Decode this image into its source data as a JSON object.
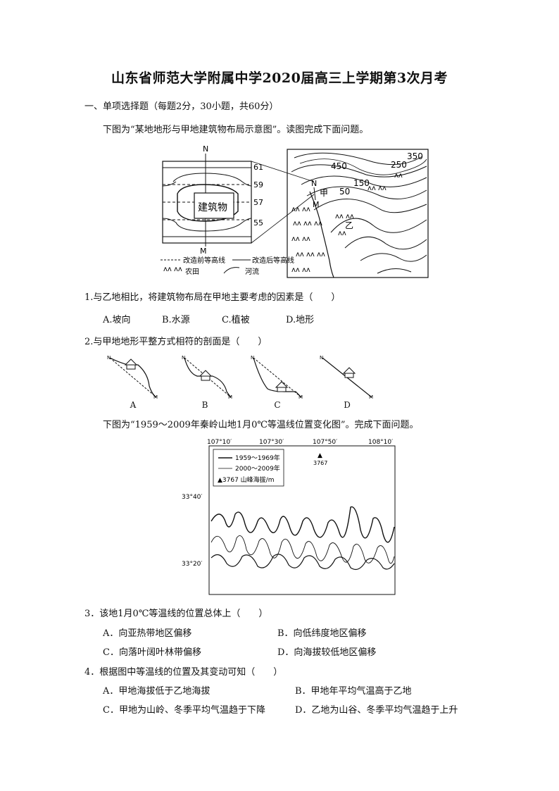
{
  "title": "山东省师范大学附属中学2020届高三上学期第3次月考",
  "section1": "一、单项选择题（每题2分，30小题，共60分）",
  "intro1": "下图为“某地地形与甲地建筑物布局示意图”。读图完成下面问题。",
  "fig1": {
    "left_panel": {
      "north": "N",
      "south": "M",
      "building": "建筑物",
      "contour_labels": [
        "61",
        "59",
        "57",
        "55"
      ],
      "legend_before": "改造前等高线",
      "legend_after": "改造后等高线",
      "legend_farmland": "农田",
      "legend_river": "河流"
    },
    "right_panel": {
      "contour_labels": [
        "350",
        "450",
        "250",
        "150",
        "50"
      ],
      "place_jia": "甲",
      "place_yi": "乙",
      "north": "N",
      "south": "M"
    }
  },
  "q1": {
    "stem": "1.与乙地相比，将建筑物布局在甲地主要考虑的因素是（　　）",
    "options": [
      "A.坡向",
      "B.水源",
      "C.植被",
      "D.地形"
    ]
  },
  "q2": {
    "stem": "2.与甲地地形平整方式相符的剖面是（　　）",
    "options": [
      "A",
      "B",
      "C",
      "D"
    ],
    "profile_n": "N",
    "profile_m": "M"
  },
  "intro2": "下图为“1959～2009年秦岭山地1月0℃等温线位置变化图”。完成下面问题。",
  "fig2": {
    "top_lon": [
      "107°10′",
      "107°30′",
      "107°50′",
      "108°10′"
    ],
    "left_lat": [
      "33°40′",
      "33°20′"
    ],
    "legend": [
      "1959～1969年",
      "2000～2009年",
      "▲3767 山峰海拔/m"
    ],
    "peak_label": "3767"
  },
  "q3": {
    "stem": "3．该地1月0℃等温线的位置总体上（　　）",
    "options": [
      "A．向亚热带地区偏移",
      "B．向低纬度地区偏移",
      "C．向落叶阔叶林带偏移",
      "D．向海拔较低地区偏移"
    ]
  },
  "q4": {
    "stem": "4．根据图中等温线的位置及其变动可知（　　）",
    "options": [
      "A．甲地海拔低于乙地海拔",
      "B．甲地年平均气温高于乙地",
      "C．甲地为山岭、冬季平均气温趋于下降",
      "D．乙地为山谷、冬季平均气温趋于上升"
    ]
  }
}
